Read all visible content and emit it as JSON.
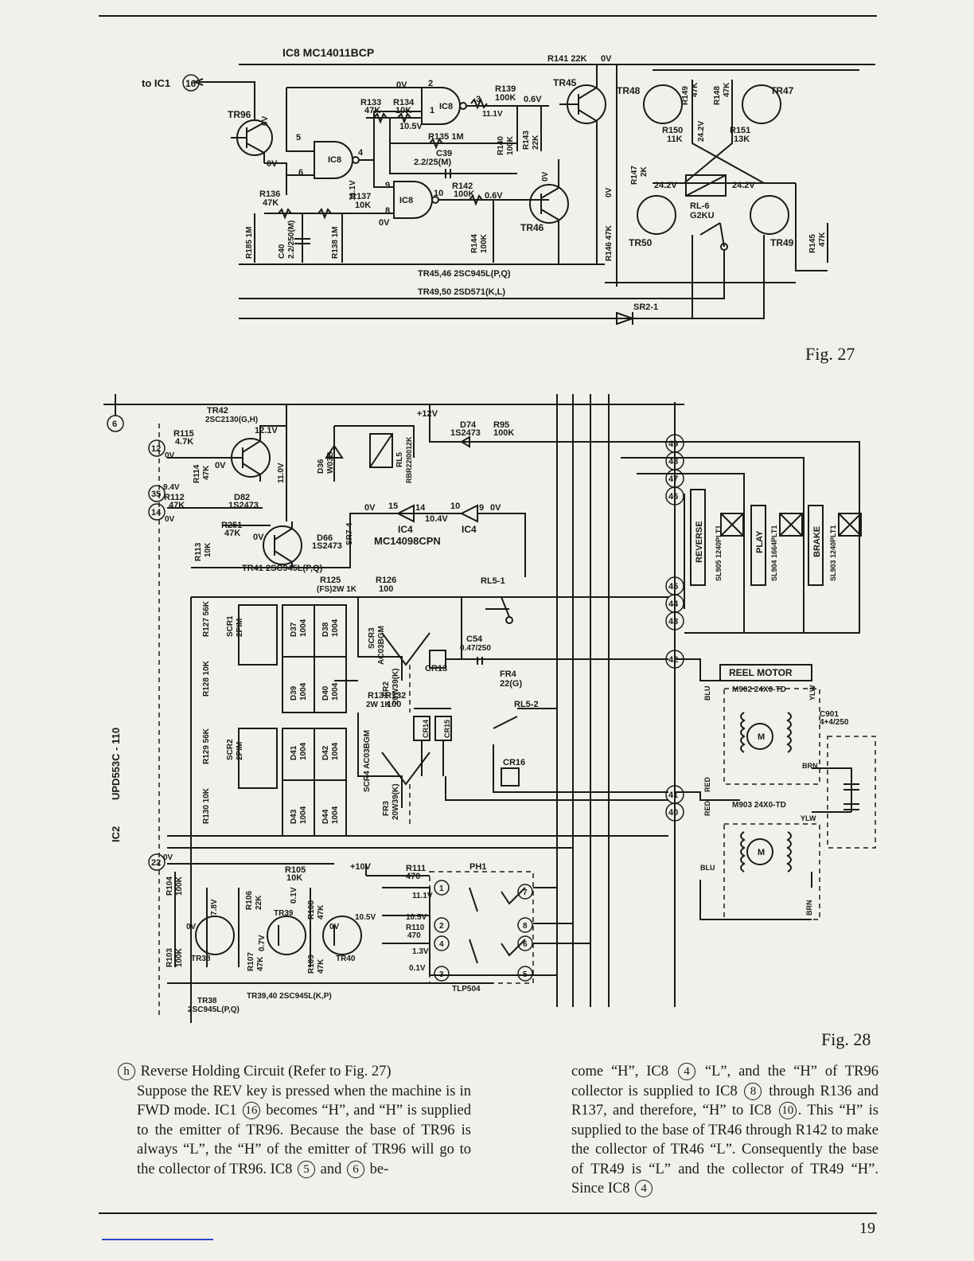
{
  "fig27": {
    "label": "Fig. 27",
    "ic_title": "IC8 MC14011BCP",
    "to_ic1": "to IC1",
    "pin16": "16",
    "labels": {
      "tr96": "TR96",
      "tr45": "TR45",
      "tr46": "TR46",
      "tr47": "TR47",
      "tr48": "TR48",
      "tr49": "TR49",
      "tr50": "TR50",
      "r141": "R141 22K",
      "r139": "R139",
      "r139v": "100K",
      "r133": "R133",
      "r133v": "47K",
      "r134": "R134",
      "r134v": "10K",
      "r135": "R135 1M",
      "c39": "C39",
      "c39v": "2.2/25(M)",
      "r142": "R142",
      "r142v": "100K",
      "r136": "R136",
      "r136v": "47K",
      "r137": "R137",
      "r137v": "10K",
      "r185": "R185 1M",
      "c40": "C40",
      "c40v": "2.2/250(M)",
      "r138": "R138 1M",
      "r140": "R140",
      "r140v": "100K",
      "r143": "R143",
      "r143v": "22K",
      "r144": "R144",
      "r144v": "100K",
      "r146": "R146 47K",
      "r147": "R147",
      "r147v": "2K",
      "r148": "R148",
      "r148v": "47K",
      "r149": "R149",
      "r149v": "47K",
      "r150": "R150",
      "r150v": "11K",
      "r151": "R151",
      "r151v": "13K",
      "r145": "R145",
      "r145v": "47K",
      "rl6": "RL-6",
      "rl6v": "G2KU",
      "sr2": "SR2-1",
      "v0": "0V",
      "v06": "0.6V",
      "v111": "11.1V",
      "v105": "10.5V",
      "v242": "24.2V",
      "ic8": "IC8",
      "p1": "1",
      "p2": "2",
      "p3": "3",
      "p4": "4",
      "p5": "5",
      "p6": "6",
      "p8": "8",
      "p9": "9",
      "p10": "10",
      "tr4546": "TR45,46 2SC945L(P,Q)",
      "tr4950": "TR49,50 2SD571(K,L)"
    }
  },
  "fig28": {
    "label": "Fig. 28",
    "labels": {
      "tr42": "TR42",
      "tr42t": "2SC2130(G,H)",
      "v12p": "+12V",
      "v121": "12.1V",
      "r115": "R115",
      "r115v": "4.7K",
      "r114": "R114",
      "r114v": "47K",
      "d36": "D36",
      "d36v": "W03B",
      "rl5": "RL5",
      "rl5v": "RBR22I0012K",
      "d74": "D74",
      "d74v": "1S2473",
      "r95": "R95",
      "r95v": "100K",
      "v110": "11.0V",
      "v94": "9.4V",
      "r112": "R112",
      "r112v": "47K",
      "d82": "D82",
      "d82v": "1S2473",
      "r251": "R251",
      "r251v": "47K",
      "d66": "D66",
      "d66v": "1S2473",
      "sr74": "SR7-4",
      "r113": "R113",
      "r113v": "10K",
      "tr41": "TR41 2SC945L(P,Q)",
      "ic4a": "IC4",
      "ic4b": "IC4",
      "ic4t": "MC14098CPN",
      "v104": "10.4V",
      "p15": "15",
      "p14": "14",
      "p10": "10",
      "p9": "9",
      "r125": "R125",
      "r125v": "(FS)2W 1K",
      "r126": "R126",
      "r126v": "100",
      "rl51": "RL5-1",
      "scr1": "SCR1",
      "scr1v": "2PIM",
      "scr3": "SCR3",
      "scr3v": "AC03BGM",
      "cr13": "CR13",
      "c54": "C54",
      "c54v": "0.47/250",
      "fr2": "FR2",
      "fr2v": "20W39(K)",
      "fr4": "FR4",
      "fr4v": "22(G)",
      "r127": "R127 56K",
      "r128": "R128 10K",
      "d37": "D37",
      "d38": "D38",
      "d39": "D39",
      "d40": "D40",
      "d41": "D41",
      "d42": "D42",
      "d43": "D43",
      "d44": "D44",
      "dval": "1004",
      "r131": "R131",
      "r131v": "2W 1K",
      "r132": "R132",
      "r132v": "100",
      "rl52": "RL5-2",
      "cr14": "CR14",
      "cr15": "CR15",
      "cr16": "CR16",
      "scr2": "SCR2",
      "scr2v": "2PIM",
      "scr4": "SCR4 AC03BGM",
      "fr3": "FR3",
      "fr3v": "20W39(K)",
      "r129": "R129 56K",
      "r130": "R130 10K",
      "ic2": "IC2",
      "upd": "UPD553C - 110",
      "reverse": "REVERSE",
      "sl905": "SL905 1240PLT1",
      "play": "PLAY",
      "sl904": "SL904 1664PLT1",
      "brake": "BRAKE",
      "sl903": "SL903 1240PLT1",
      "reel": "REEL MOTOR",
      "m902": "M902 24X0-TD",
      "m903": "M903 24X0-TD",
      "c901": "C901",
      "c901v": "4+4/250",
      "blu": "BLU",
      "ylw": "YLW",
      "brn": "BRN",
      "red": "RED",
      "m": "M",
      "r105": "R105",
      "r105v": "10K",
      "v10p": "+10V",
      "r111": "R111",
      "r111v": "470",
      "ph1": "PH1",
      "r104": "R104",
      "r104v": "100K",
      "r103": "R103",
      "r103v": "100K",
      "tr38": "TR38",
      "tr39": "TR39",
      "tr40": "TR40",
      "r106": "R106",
      "r106v": "22K",
      "r107": "R107",
      "r107v": "47K",
      "r108": "R108",
      "r108v": "47K",
      "r109": "R109",
      "r109v": "47K",
      "r110": "R110",
      "r110v": "470",
      "v78": "7.8V",
      "v07": "0.7V",
      "v01": "0.1V",
      "v111": "11.1V",
      "v105": "10.5V",
      "v13": "1.3V",
      "tlp": "TLP504",
      "tr3940": "TR39,40 2SC945L(K,P)",
      "tr38b": "TR38",
      "tr38t": "2SC945L(P,Q)",
      "v0": "0V",
      "n6": "6",
      "n12": "12",
      "n35": "35",
      "n14": "14",
      "n22": "22",
      "n49": "49",
      "n48": "48",
      "n47": "47",
      "n46": "46",
      "n45": "45",
      "n44": "44",
      "n43": "43",
      "n42": "42",
      "n41": "41",
      "n40": "40",
      "q1": "1",
      "q2": "2",
      "q3": "3",
      "q4": "4",
      "q5": "5",
      "q6": "6",
      "q7": "7",
      "q8": "8"
    }
  },
  "text": {
    "left": {
      "marker": "h",
      "heading": "Reverse Holding Circuit (Refer to Fig. 27)",
      "s1": "Suppose the REV key is pressed when the machine is in FWD mode. IC1",
      "c16": "16",
      "s2": "becomes “H”, and “H” is supplied to the emitter of TR96. Because the base of TR96 is always “L”, the “H” of the emitter of TR96 will go to the collector of TR96. IC8",
      "c5": "5",
      "s3": "and",
      "c6": "6",
      "s4": "be-"
    },
    "right": {
      "s1": "come “H”, IC8",
      "c4a": "4",
      "s2": "“L”, and the “H” of TR96 collector is supplied to IC8",
      "c8": "8",
      "s3": "through R136 and R137, and therefore, “H” to IC8",
      "c10": "10",
      "s4": ". This “H” is supplied to the base of TR46 through R142 to make the collector of TR46 “L”. Consequently the base of TR49 is “L” and the collector of TR49 “H”. Since IC8",
      "c4b": "4"
    }
  },
  "page_number": "19"
}
